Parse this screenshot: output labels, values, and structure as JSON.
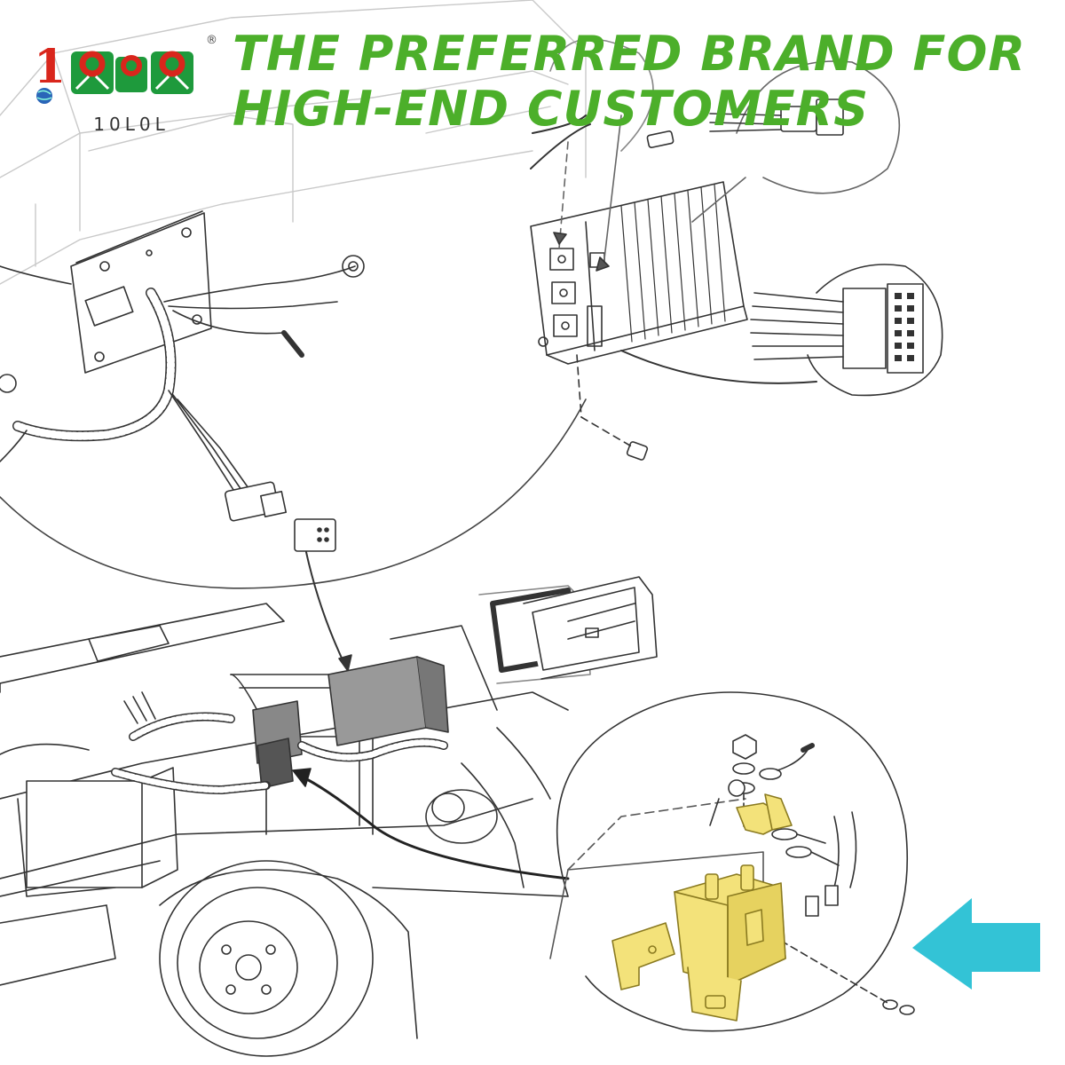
{
  "brand": {
    "name": "10L0L",
    "logo_digits": [
      "1",
      "0"
    ],
    "registered_mark": "®",
    "colors": {
      "red": "#d9261c",
      "green": "#1e9a3c",
      "globe": "#2a66b8"
    }
  },
  "headline": "THE PREFERRED BRAND FOR HIGH-END CUSTOMERS",
  "colors": {
    "headline": "#4caf2a",
    "highlight_part": "#f3e27a",
    "pointer_arrow": "#33c3d6",
    "line_art": "#333333"
  },
  "illustration": {
    "subject": "golf-cart-solenoid-installation-diagram",
    "highlighted_part": "solenoid-icon",
    "pointer": "arrow-left-icon"
  }
}
